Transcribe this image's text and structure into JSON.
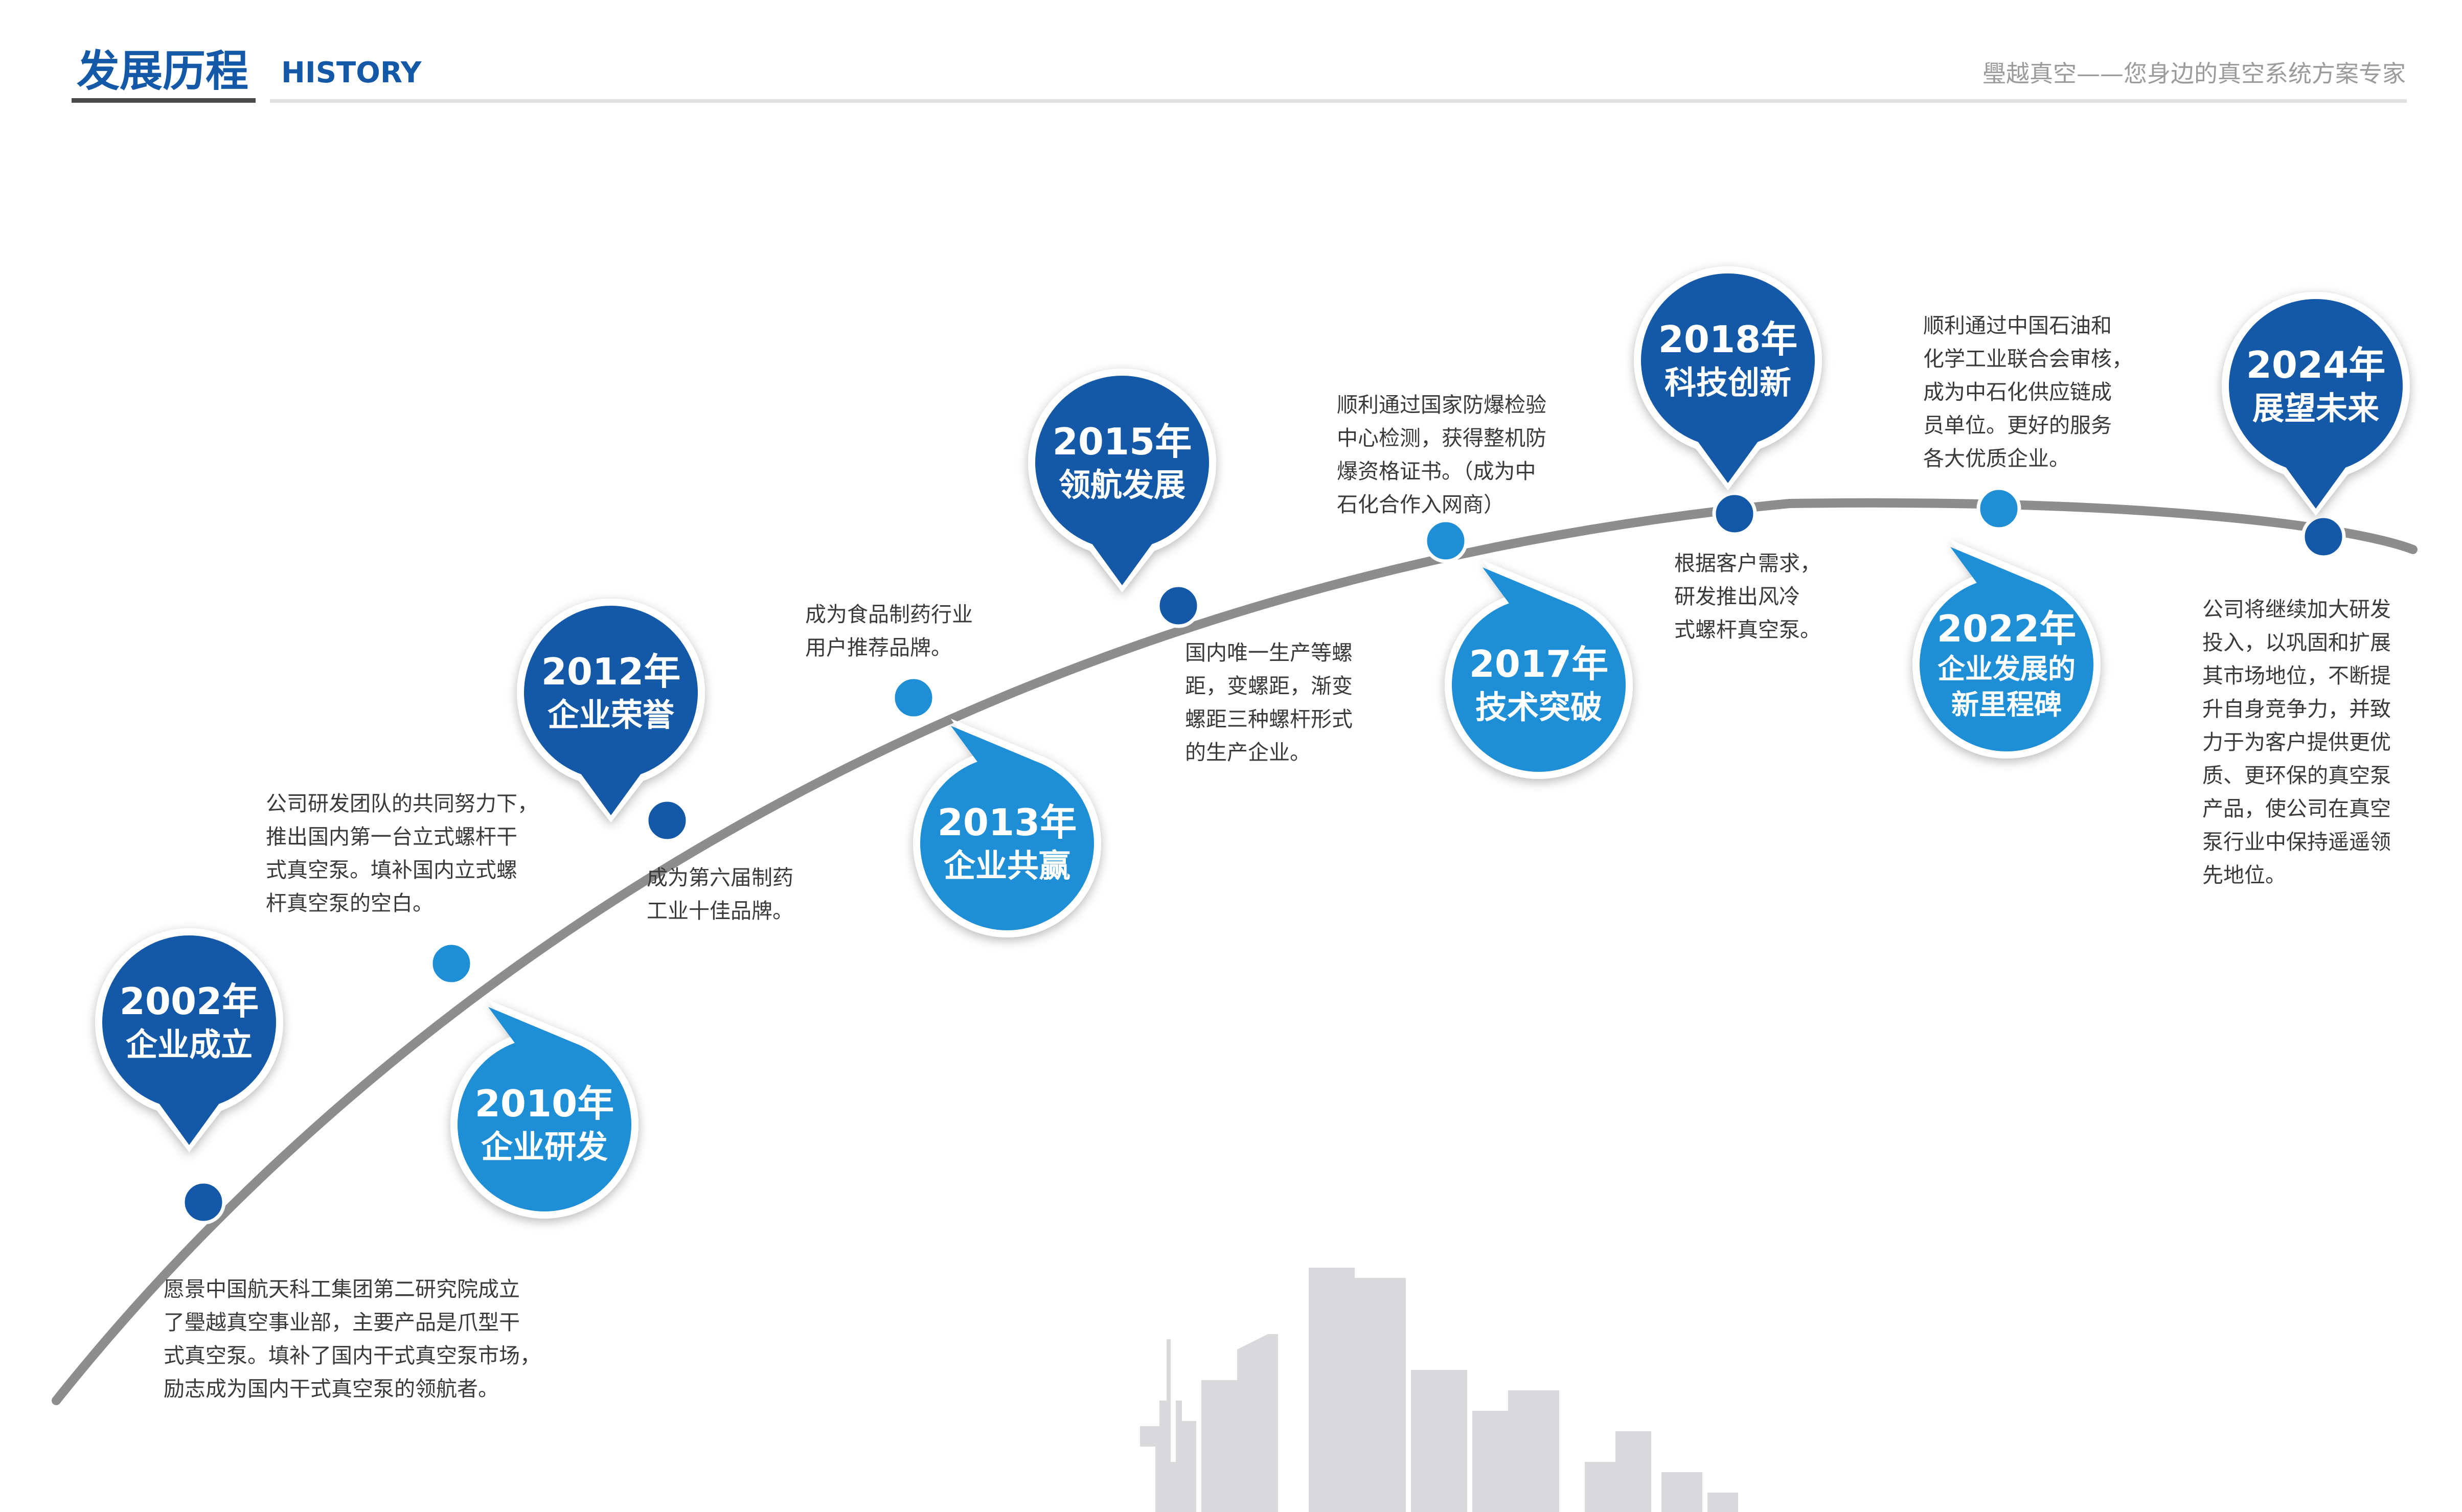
{
  "header": {
    "title": "发展历程",
    "subtitle": "HISTORY",
    "slogan": "璺越真空——您身边的真空系统方案专家"
  },
  "colors": {
    "dark_blue": "#1459a8",
    "light_blue": "#1e8fd6",
    "curve": "#8d8d8d",
    "skyline": "#d9d9db"
  },
  "milestones": [
    {
      "year": "2002年",
      "title": "企业成立",
      "shade": "dark",
      "desc": "愿景中国航天科工集团第二研究院成立\n了璺越真空事业部，主要产品是爪型干\n式真空泵。填补了国内干式真空泵市场，\n励志成为国内干式真空泵的领航者。"
    },
    {
      "year": "2010年",
      "title": "企业研发",
      "shade": "light",
      "desc": "公司研发团队的共同努力下，\n推出国内第一台立式螺杆干\n式真空泵。填补国内立式螺\n杆真空泵的空白。"
    },
    {
      "year": "2012年",
      "title": "企业荣誉",
      "shade": "dark",
      "desc": "成为第六届制药\n工业十佳品牌。"
    },
    {
      "year": "2013年",
      "title": "企业共赢",
      "shade": "light",
      "desc": "成为食品制药行业\n用户推荐品牌。"
    },
    {
      "year": "2015年",
      "title": "领航发展",
      "shade": "dark",
      "desc": "国内唯一生产等螺\n距，变螺距，渐变\n螺距三种螺杆形式\n的生产企业。"
    },
    {
      "year": "2017年",
      "title": "技术突破",
      "shade": "light",
      "desc": "顺利通过国家防爆检验\n中心检测，获得整机防\n爆资格证书。（成为中\n石化合作入网商）"
    },
    {
      "year": "2018年",
      "title": "科技创新",
      "shade": "dark",
      "desc": "根据客户需求，\n研发推出风冷\n式螺杆真空泵。"
    },
    {
      "year": "2022年",
      "title": "企业发展的\n新里程碑",
      "shade": "light",
      "desc": "顺利通过中国石油和\n化学工业联合会审核，\n成为中石化供应链成\n员单位。更好的服务\n各大优质企业。"
    },
    {
      "year": "2024年",
      "title": "展望未来",
      "shade": "dark",
      "desc": "公司将继续加大研发\n投入，以巩固和扩展\n其市场地位，不断提\n升自身竞争力，并致\n力于为客户提供更优\n质、更环保的真空泵\n产品，使公司在真空\n泵行业中保持遥遥领\n先地位。"
    }
  ]
}
